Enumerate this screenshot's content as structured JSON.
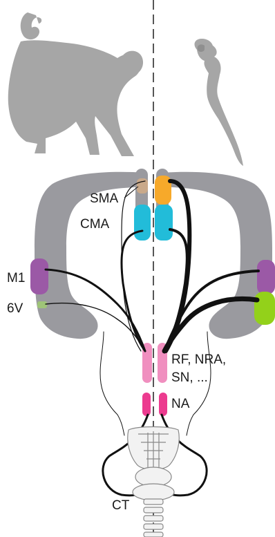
{
  "labels": {
    "sma": "SMA",
    "cma": "CMA",
    "m1": "M1",
    "v6": "6V",
    "rf_line1": "RF, NRA,",
    "rf_line2": "SN, ...",
    "na": "NA",
    "ct": "CT"
  },
  "colors": {
    "cortex": "#9a9a9f",
    "silhouette": "#a6a6a6",
    "sma_left": "#c9a98a",
    "sma_right": "#f7a92a",
    "cma": "#22bcd9",
    "m1": "#9b59a6",
    "v6_left": "#9fc478",
    "v6_right": "#93d11a",
    "rf": "#f08fbf",
    "na": "#ec3b8f",
    "fiber": "#111111",
    "divider": "#555555"
  },
  "icons": {
    "left_animal": "macaque-silhouette",
    "right_animal": "marmoset-silhouette",
    "larynx": "larynx-illustration"
  }
}
